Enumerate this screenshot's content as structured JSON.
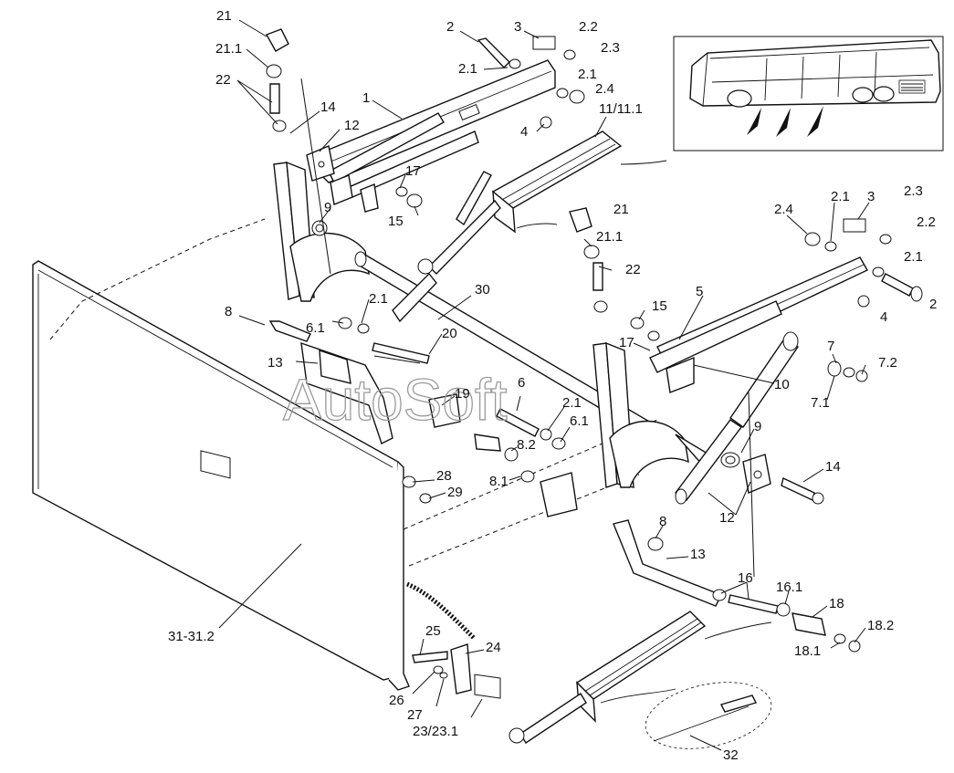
{
  "watermark": "AutoSoft",
  "labels": [
    {
      "id": "l21a",
      "text": "21"
    },
    {
      "id": "l211a",
      "text": "21.1"
    },
    {
      "id": "l22a",
      "text": "22"
    },
    {
      "id": "l14a",
      "text": "14"
    },
    {
      "id": "l12a",
      "text": "12"
    },
    {
      "id": "l1",
      "text": "1"
    },
    {
      "id": "l2a",
      "text": "2"
    },
    {
      "id": "l3a",
      "text": "3"
    },
    {
      "id": "l22x",
      "text": "2.2"
    },
    {
      "id": "l23x",
      "text": "2.3"
    },
    {
      "id": "l21x",
      "text": "2.1"
    },
    {
      "id": "l21y",
      "text": "2.1"
    },
    {
      "id": "l24x",
      "text": "2.4"
    },
    {
      "id": "l4a",
      "text": "4"
    },
    {
      "id": "l11",
      "text": "11/11.1"
    },
    {
      "id": "l17a",
      "text": "17"
    },
    {
      "id": "l15a",
      "text": "15"
    },
    {
      "id": "l9a",
      "text": "9"
    },
    {
      "id": "l21b",
      "text": "21"
    },
    {
      "id": "l211b",
      "text": "21.1"
    },
    {
      "id": "l22b",
      "text": "22"
    },
    {
      "id": "l24b",
      "text": "2.4"
    },
    {
      "id": "l21z",
      "text": "2.1"
    },
    {
      "id": "l3b",
      "text": "3"
    },
    {
      "id": "l23b",
      "text": "2.3"
    },
    {
      "id": "l22c",
      "text": "2.2"
    },
    {
      "id": "l21w",
      "text": "2.1"
    },
    {
      "id": "l2b",
      "text": "2"
    },
    {
      "id": "l4b",
      "text": "4"
    },
    {
      "id": "l5",
      "text": "5"
    },
    {
      "id": "l15b",
      "text": "15"
    },
    {
      "id": "l17b",
      "text": "17"
    },
    {
      "id": "l30",
      "text": "30"
    },
    {
      "id": "l8a",
      "text": "8"
    },
    {
      "id": "l61a",
      "text": "6.1"
    },
    {
      "id": "l21v",
      "text": "2.1"
    },
    {
      "id": "l20",
      "text": "20"
    },
    {
      "id": "l13a",
      "text": "13"
    },
    {
      "id": "l19",
      "text": "19"
    },
    {
      "id": "l6",
      "text": "6"
    },
    {
      "id": "l21u",
      "text": "2.1"
    },
    {
      "id": "l61b",
      "text": "6.1"
    },
    {
      "id": "l82",
      "text": "8.2"
    },
    {
      "id": "l81",
      "text": "8.1"
    },
    {
      "id": "l7",
      "text": "7"
    },
    {
      "id": "l72",
      "text": "7.2"
    },
    {
      "id": "l71",
      "text": "7.1"
    },
    {
      "id": "l10",
      "text": "10"
    },
    {
      "id": "l9b",
      "text": "9"
    },
    {
      "id": "l14b",
      "text": "14"
    },
    {
      "id": "l12b",
      "text": "12"
    },
    {
      "id": "l28",
      "text": "28"
    },
    {
      "id": "l29",
      "text": "29"
    },
    {
      "id": "l8b",
      "text": "8"
    },
    {
      "id": "l13b",
      "text": "13"
    },
    {
      "id": "l16",
      "text": "16"
    },
    {
      "id": "l161",
      "text": "16.1"
    },
    {
      "id": "l18",
      "text": "18"
    },
    {
      "id": "l182",
      "text": "18.2"
    },
    {
      "id": "l181",
      "text": "18.1"
    },
    {
      "id": "l3112",
      "text": "31-31.2"
    },
    {
      "id": "l25",
      "text": "25"
    },
    {
      "id": "l24c",
      "text": "24"
    },
    {
      "id": "l26",
      "text": "26"
    },
    {
      "id": "l27",
      "text": "27"
    },
    {
      "id": "l231",
      "text": "23/23.1"
    },
    {
      "id": "l32",
      "text": "32"
    }
  ]
}
